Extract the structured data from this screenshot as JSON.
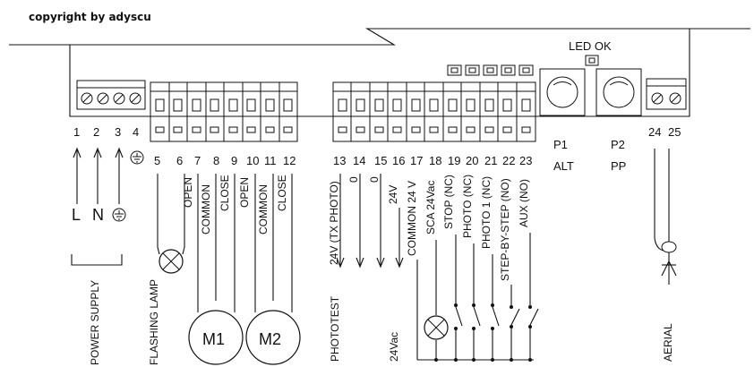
{
  "copyright": "copyright by adyscu",
  "led_label": "LED OK",
  "buttons": {
    "p1": {
      "name": "P1",
      "func": "ALT"
    },
    "p2": {
      "name": "P2",
      "func": "PP"
    }
  },
  "terminal_numbers": {
    "t1": "1",
    "t2": "2",
    "t3": "3",
    "t4": "4",
    "t5": "5",
    "t6": "6",
    "t7": "7",
    "t8": "8",
    "t9": "9",
    "t10": "10",
    "t11": "11",
    "t12": "12",
    "t13": "13",
    "t14": "14",
    "t15": "15",
    "t16": "16",
    "t17": "17",
    "t18": "18",
    "t19": "19",
    "t20": "20",
    "t21": "21",
    "t22": "22",
    "t23": "23",
    "t24": "24",
    "t25": "25"
  },
  "supply_symbols": {
    "L": "L",
    "N": "N"
  },
  "labels": {
    "open_1": "OPEN",
    "common_1": "COMMON",
    "close_1": "CLOSE",
    "open_2": "OPEN",
    "common_2": "COMMON",
    "close_2": "CLOSE",
    "tx_photo": "24V (TX PHOTO)",
    "zero_14": "0",
    "zero_15": "0",
    "v24_16": "24V",
    "common_17": "COMMON 24 V",
    "sca": "SCA 24Vac",
    "stop": "STOP (NC)",
    "photo": "PHOTO (NC)",
    "photo1": "PHOTO 1 (NC)",
    "step": "STEP-BY-STEP (NO)",
    "aux": "AUX (NO)"
  },
  "motors": {
    "m1": "M1",
    "m2": "M2"
  },
  "groups": {
    "power_supply": "POWER SUPPLY",
    "flashing_lamp": "FLASHING LAMP",
    "phototest": "PHOTOTEST",
    "v24ac": "24Vac",
    "aerial": "AERIAL"
  }
}
